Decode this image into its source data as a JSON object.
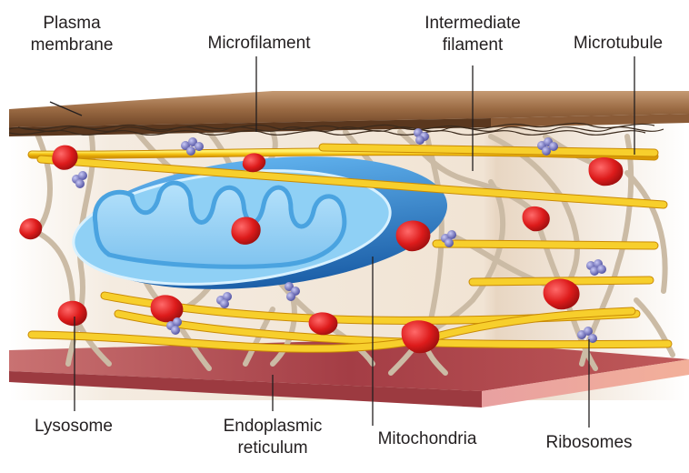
{
  "labels": {
    "plasma_membrane": [
      "Plasma",
      "membrane"
    ],
    "microfilament": "Microfilament",
    "intermediate_filament": [
      "Intermediate",
      "filament"
    ],
    "microtubule": "Microtubule",
    "lysosome": "Lysosome",
    "endoplasmic_reticulum": [
      "Endoplasmic",
      "reticulum"
    ],
    "mitochondria": "Mitochondria",
    "ribosomes": "Ribosomes"
  },
  "colors": {
    "membrane": "#8a5a34",
    "microtubule": "#f4c316",
    "intermediate_filament": "#c9b9a2",
    "lysosome": "#d81e1e",
    "mitochondria": "#2e8bd6",
    "endoplasmic_reticulum": "#b84a4e",
    "ribosomes": "#6f6fb8",
    "background_wall": "#f2e6d6"
  }
}
